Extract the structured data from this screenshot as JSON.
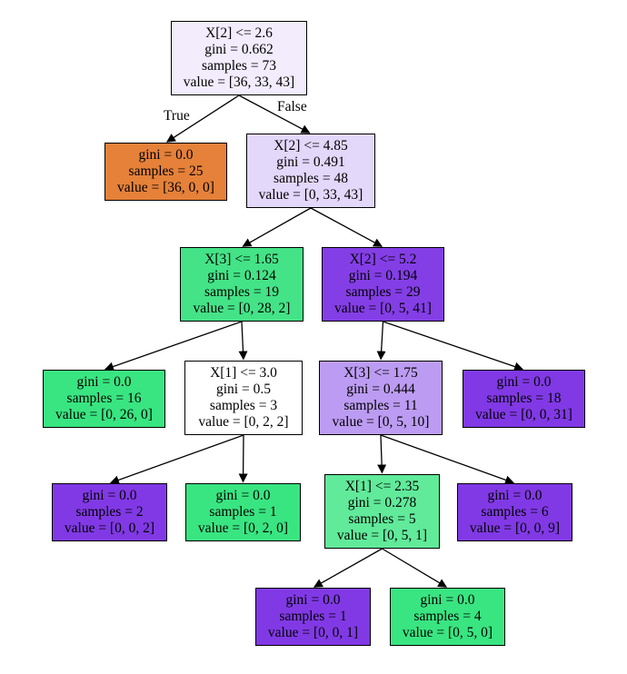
{
  "edge_labels": {
    "true_label": "True",
    "false_label": "False"
  },
  "nodes": [
    {
      "id": "n0",
      "fill": "#f2ecfd",
      "lines": [
        "X[2] <= 2.6",
        "gini = 0.662",
        "samples = 73",
        "value = [36, 33, 43]"
      ]
    },
    {
      "id": "n1",
      "fill": "#e58139",
      "lines": [
        "gini = 0.0",
        "samples = 25",
        "value = [36, 0, 0]"
      ]
    },
    {
      "id": "n2",
      "fill": "#e3d7fa",
      "lines": [
        "X[2] <= 4.85",
        "gini = 0.491",
        "samples = 48",
        "value = [0, 33, 43]"
      ]
    },
    {
      "id": "n3",
      "fill": "#44e387",
      "lines": [
        "X[3] <= 1.65",
        "gini = 0.124",
        "samples = 19",
        "value = [0, 28, 2]"
      ]
    },
    {
      "id": "n4",
      "fill": "#843ee6",
      "lines": [
        "X[2] <= 5.2",
        "gini = 0.194",
        "samples = 29",
        "value = [0, 5, 41]"
      ]
    },
    {
      "id": "n5",
      "fill": "#39e581",
      "lines": [
        "gini = 0.0",
        "samples = 16",
        "value = [0, 26, 0]"
      ]
    },
    {
      "id": "n6",
      "fill": "#ffffff",
      "lines": [
        "X[1] <= 3.0",
        "gini = 0.5",
        "samples = 3",
        "value = [0, 2, 2]"
      ]
    },
    {
      "id": "n7",
      "fill": "#bc9cf2",
      "lines": [
        "X[3] <= 1.75",
        "gini = 0.444",
        "samples = 11",
        "value = [0, 5, 10]"
      ]
    },
    {
      "id": "n8",
      "fill": "#8139e5",
      "lines": [
        "gini = 0.0",
        "samples = 18",
        "value = [0, 0, 31]"
      ]
    },
    {
      "id": "n9",
      "fill": "#8139e5",
      "lines": [
        "gini = 0.0",
        "samples = 2",
        "value = [0, 0, 2]"
      ]
    },
    {
      "id": "n10",
      "fill": "#39e581",
      "lines": [
        "gini = 0.0",
        "samples = 1",
        "value = [0, 2, 0]"
      ]
    },
    {
      "id": "n11",
      "fill": "#61ea9a",
      "lines": [
        "X[1] <= 2.35",
        "gini = 0.278",
        "samples = 5",
        "value = [0, 5, 1]"
      ]
    },
    {
      "id": "n12",
      "fill": "#8139e5",
      "lines": [
        "gini = 0.0",
        "samples = 6",
        "value = [0, 0, 9]"
      ]
    },
    {
      "id": "n13",
      "fill": "#8139e5",
      "lines": [
        "gini = 0.0",
        "samples = 1",
        "value = [0, 0, 1]"
      ]
    },
    {
      "id": "n14",
      "fill": "#39e581",
      "lines": [
        "gini = 0.0",
        "samples = 4",
        "value = [0, 5, 0]"
      ]
    }
  ],
  "edges": [
    [
      "n0",
      "n1"
    ],
    [
      "n0",
      "n2"
    ],
    [
      "n2",
      "n3"
    ],
    [
      "n2",
      "n4"
    ],
    [
      "n3",
      "n5"
    ],
    [
      "n3",
      "n6"
    ],
    [
      "n4",
      "n7"
    ],
    [
      "n4",
      "n8"
    ],
    [
      "n6",
      "n9"
    ],
    [
      "n6",
      "n10"
    ],
    [
      "n7",
      "n11"
    ],
    [
      "n7",
      "n12"
    ],
    [
      "n11",
      "n13"
    ],
    [
      "n11",
      "n14"
    ]
  ]
}
